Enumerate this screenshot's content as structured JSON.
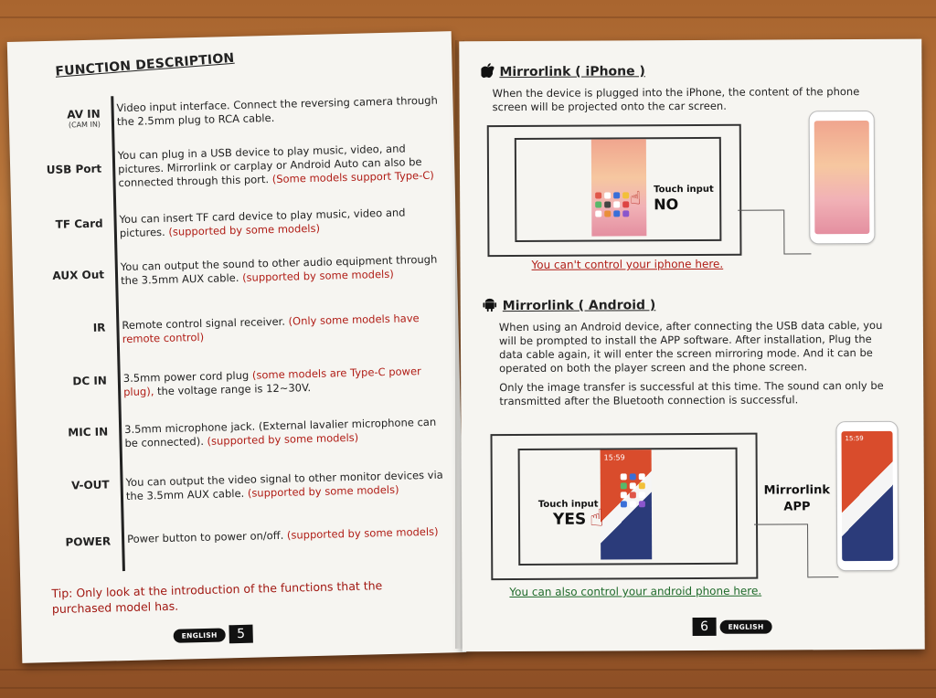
{
  "left_page": {
    "title": "FUNCTION DESCRIPTION",
    "rows": [
      {
        "label": "AV IN",
        "sublabel": "(CAM IN)",
        "text": "Video input interface. Connect the reversing camera through the 2.5mm plug to RCA cable.",
        "note": ""
      },
      {
        "label": "USB Port",
        "sublabel": "",
        "text": "You can plug in a USB device to play music, video, and pictures. Mirrorlink or carplay or Android Auto can also be connected through this port.",
        "note": "(Some models support Type-C)"
      },
      {
        "label": "TF Card",
        "sublabel": "",
        "text": "You can insert TF card device to play music, video and pictures.",
        "note": "(supported by some models)"
      },
      {
        "label": "AUX Out",
        "sublabel": "",
        "text": "You can output the sound to other audio equipment through the 3.5mm AUX cable.",
        "note": "(supported by some models)"
      },
      {
        "label": "IR",
        "sublabel": "",
        "text": "Remote control signal receiver.",
        "note": "(Only some models have remote control)"
      },
      {
        "label": "DC IN",
        "sublabel": "",
        "text": "3.5mm power cord plug",
        "note": "(some models are Type-C power plug),",
        "text2": "the voltage range is 12~30V."
      },
      {
        "label": "MIC IN",
        "sublabel": "",
        "text": "3.5mm microphone jack. (External lavalier microphone can be connected).",
        "note": "(supported by some models)"
      },
      {
        "label": "V-OUT",
        "sublabel": "",
        "text": "You can output the video signal to other monitor devices via the 3.5mm AUX cable.",
        "note": "(supported by some models)"
      },
      {
        "label": "POWER",
        "sublabel": "",
        "text": "Power button to power on/off.",
        "note": "(supported by some models)"
      }
    ],
    "tip": "Tip: Only look at the introduction of the functions that the purchased model has.",
    "footer_label": "ENGLISH",
    "page_number": "5"
  },
  "right_page": {
    "iphone_section": {
      "title": "Mirrorlink ( iPhone )",
      "text": "When the device is plugged into the iPhone, the content of the phone screen will be projected onto the car screen.",
      "touch_label": "Touch input",
      "touch_value": "NO",
      "caption": "You can't control your iphone here."
    },
    "android_section": {
      "title": "Mirrorlink ( Android )",
      "text1": "When using an Android device, after connecting the USB data cable, you will be prompted to install the APP software. After installation, Plug the data cable again, it will enter the screen mirroring mode. And it can be operated on both the player screen and the phone screen.",
      "text2": "Only the image transfer is successful at this time. The sound can only be transmitted after the Bluetooth connection is successful.",
      "touch_label": "Touch input",
      "touch_value": "YES",
      "app_label_1": "Mirrorlink",
      "app_label_2": "APP",
      "phone_time": "15:59",
      "caption": "You can also control your android phone here."
    },
    "footer_label": "ENGLISH",
    "page_number": "6"
  },
  "colors": {
    "accent_red": "#b01d16",
    "accent_green": "#1e6a2a",
    "ink": "#222222"
  },
  "icons": [
    "apple-icon",
    "android-icon",
    "touch-hand-icon"
  ]
}
